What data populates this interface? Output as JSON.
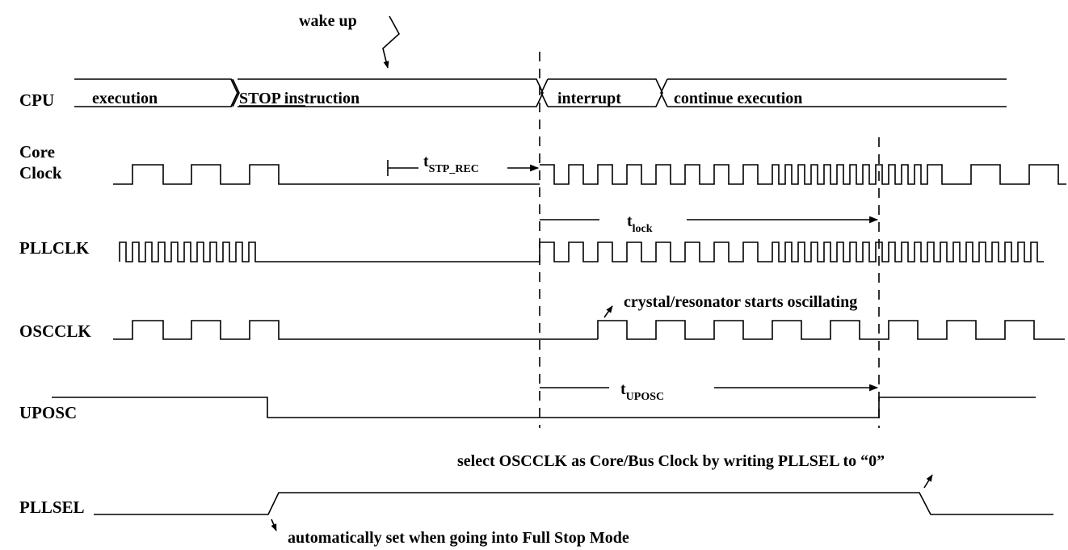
{
  "signals": {
    "cpu": "CPU",
    "core_clock_line1": "Core",
    "core_clock_line2": "Clock",
    "pllclk": "PLLCLK",
    "oscclk": "OSCCLK",
    "uposc": "UPOSC",
    "pllsel": "PLLSEL"
  },
  "cpu_phases": {
    "execution": "execution",
    "stop_instruction": "STOP instruction",
    "interrupt": "interrupt",
    "continue_execution": "continue execution"
  },
  "annotations": {
    "wake_up": "wake up",
    "crystal_starts": "crystal/resonator starts oscillating",
    "select_oscclk": "select OSCCLK as Core/Bus Clock by writing PLLSEL to “0”",
    "auto_set": "automatically set when going into Full Stop Mode"
  },
  "timings": {
    "stp_rec": {
      "symbol": "t",
      "subscript": "STP_REC"
    },
    "lock": {
      "symbol": "t",
      "subscript": "lock"
    },
    "uposc": {
      "symbol": "t",
      "subscript": "UPOSC"
    }
  }
}
